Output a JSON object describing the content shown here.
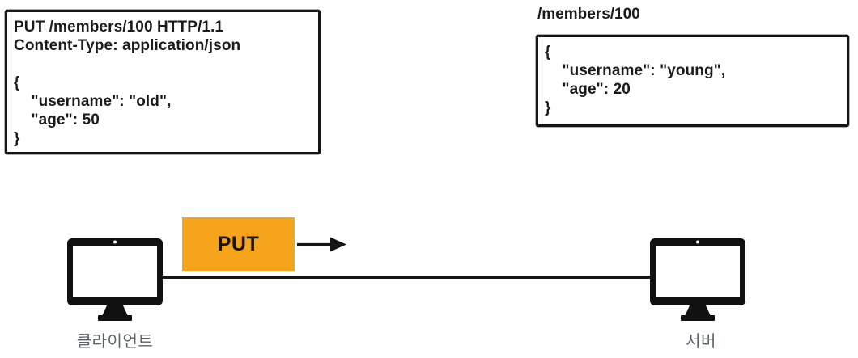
{
  "request_box": {
    "lines": [
      "PUT /members/100 HTTP/1.1",
      "Content-Type: application/json",
      "",
      "{",
      "    \"username\": \"old\",",
      "    \"age\": 50",
      "}"
    ]
  },
  "resource_box": {
    "title": "/members/100",
    "lines": [
      "{",
      "    \"username\": \"young\",",
      "    \"age\": 20",
      "}"
    ]
  },
  "flow": {
    "method_label": "PUT",
    "client_label": "클라이언트",
    "server_label": "서버"
  },
  "colors": {
    "method_badge_bg": "#F7A41D",
    "outline_black": "#151515",
    "label_gray": "#5B6166"
  }
}
